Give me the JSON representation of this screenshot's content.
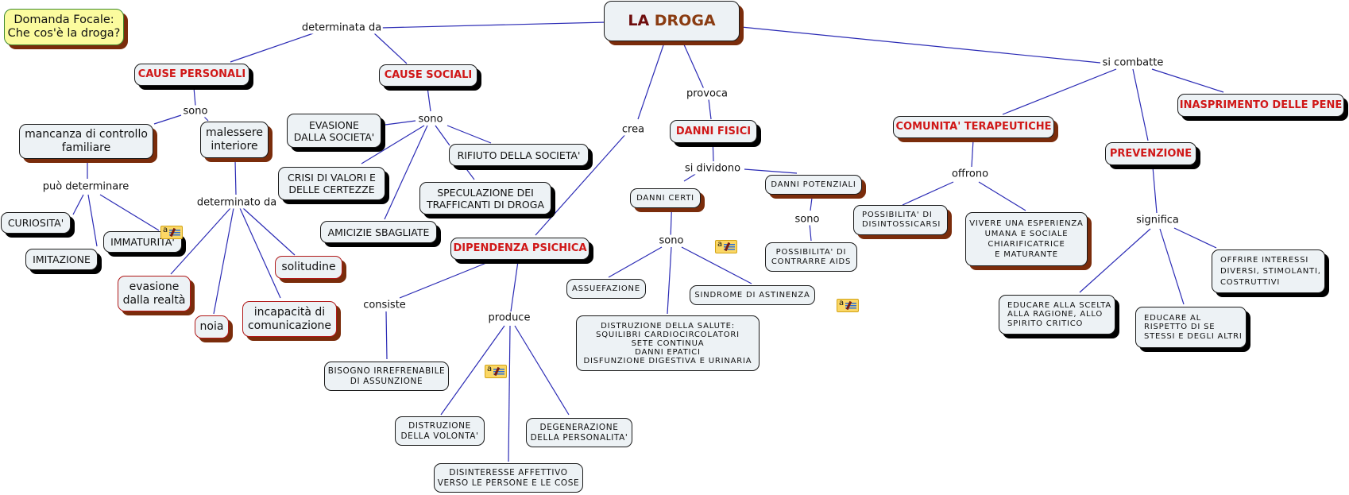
{
  "title": "LA DROGA",
  "focal_question": "Domanda Focale:\nChe cos'è la droga?",
  "root": {
    "part1": "LA",
    "part2": "DROGA"
  },
  "linking_phrases": {
    "determinata_da": "determinata da",
    "sono_personali": "sono",
    "puo_determinare": "può determinare",
    "determinato_da": "determinato da",
    "sono_sociali": "sono",
    "crea": "crea",
    "provoca": "provoca",
    "si_dividono": "si dividono",
    "sono_certi": "sono",
    "sono_potenziali": "sono",
    "consiste": "consiste",
    "produce": "produce",
    "si_combatte": "si combatte",
    "offrono": "offrono",
    "significa": "significa"
  },
  "concepts": {
    "cause_personali": "CAUSE PERSONALI",
    "cause_sociali": "CAUSE SOCIALI",
    "mancanza_controllo": "mancanza di controllo\nfamiliare",
    "malessere": "malessere\ninteriore",
    "curiosita": "CURIOSITA'",
    "imitazione": "IMITAZIONE",
    "immaturita": "IMMATURITA'",
    "evasione_realta": "evasione\ndalla realtà",
    "noia": "noia",
    "incapacita": "incapacità di\ncomunicazione",
    "solitudine": "solitudine",
    "evasione_societa": "EVASIONE\nDALLA SOCIETA'",
    "crisi_valori": "CRISI DI VALORI E\nDELLE CERTEZZE",
    "amicizie": "AMICIZIE SBAGLIATE",
    "rifiuto": "RIFIUTO DELLA SOCIETA'",
    "speculazione": "SPECULAZIONE DEI\nTRAFFICANTI DI DROGA",
    "dipendenza": "DIPENDENZA PSICHICA",
    "bisogno": "BISOGNO IRREFRENABILE\nDI ASSUNZIONE",
    "distruzione_volonta": "DISTRUZIONE\nDELLA VOLONTA'",
    "degenerazione": "DEGENERAZIONE\nDELLA PERSONALITA'",
    "disinteresse": "DISINTERESSE AFFETTIVO\nVERSO LE PERSONE E LE COSE",
    "danni_fisici": "DANNI FISICI",
    "danni_certi": "DANNI CERTI",
    "danni_potenziali": "DANNI POTENZIALI",
    "aids": "POSSIBILITA' DI\nCONTRARRE AIDS",
    "assuefazione": "ASSUEFAZIONE",
    "astinenza": "SINDROME DI ASTINENZA",
    "salute": "DISTRUZIONE DELLA SALUTE:\nSQUILIBRI CARDIOCIRCOLATORI\nSETE CONTINUA\nDANNI EPATICI\nDISFUNZIONE DIGESTIVA E URINARIA",
    "comunita": "COMUNITA' TERAPEUTICHE",
    "disintossicarsi": "POSSIBILITA' DI\nDISINTOSSICARSI",
    "esperienza": "VIVERE UNA ESPERIENZA\nUMANA E SOCIALE\nCHIARIFICATRICE\nE MATURANTE",
    "prevenzione": "PREVENZIONE",
    "inasprimento": "INASPRIMENTO DELLE PENE",
    "educare_scelta": "EDUCARE ALLA SCELTA\nALLA RAGIONE, ALLO\nSPIRITO CRITICO",
    "educare_rispetto": "EDUCARE AL\nRISPETTO DI SE\nSTESSI E DEGLI ALTRI",
    "offrire_interessi": "OFFRIRE INTERESSI\nDIVERSI, STIMOLANTI,\n COSTRUTTIVI"
  },
  "annotation_icons": [
    "note-icon",
    "note-icon",
    "note-icon",
    "note-icon",
    "note-icon"
  ],
  "colors": {
    "link": "#2b2bb5",
    "concept_title": "#d01818",
    "node_bg": "#edf2f5",
    "focal_bg": "#fbfb9e",
    "brown_shadow": "#7a2c0b"
  }
}
